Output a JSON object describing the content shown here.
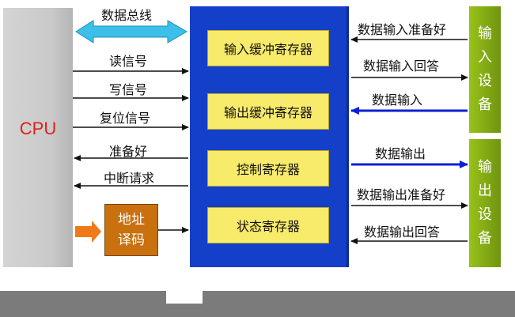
{
  "cpu": {
    "label": "CPU"
  },
  "bus": {
    "label": "数据总线"
  },
  "registers": [
    {
      "label": "输入缓冲寄存器"
    },
    {
      "label": "输出缓冲寄存器"
    },
    {
      "label": "控制寄存器"
    },
    {
      "label": "状态寄存器"
    }
  ],
  "cpu_signals": [
    {
      "label": "读信号",
      "direction": "to-interface"
    },
    {
      "label": "写信号",
      "direction": "to-interface"
    },
    {
      "label": "复位信号",
      "direction": "to-interface"
    },
    {
      "label": "准备好",
      "direction": "to-cpu"
    },
    {
      "label": "中断请求",
      "direction": "to-cpu"
    }
  ],
  "address_decoder": {
    "line1": "地址",
    "line2": "译码"
  },
  "input_device": {
    "chars": [
      "输",
      "入",
      "设",
      "备"
    ]
  },
  "output_device": {
    "chars": [
      "输",
      "出",
      "设",
      "备"
    ]
  },
  "device_signals": [
    {
      "label": "数据输入准备好",
      "direction": "to-interface"
    },
    {
      "label": "数据输入回答",
      "direction": "to-device"
    },
    {
      "label": "数据输入",
      "direction": "to-interface"
    },
    {
      "label": "数据输出",
      "direction": "to-device"
    },
    {
      "label": "数据输出准备好",
      "direction": "to-interface"
    },
    {
      "label": "数据输出回答",
      "direction": "to-interface"
    }
  ],
  "colors": {
    "interface": "#1440c9",
    "register": "#f8ea6a",
    "device": "#84ab14",
    "decoder": "#c9700f",
    "data_arrow": "#0b1fd6",
    "bus_arrow": "#3cc0ea",
    "decoder_arrow": "#f07a1a",
    "cpu_text": "#e0201a"
  }
}
